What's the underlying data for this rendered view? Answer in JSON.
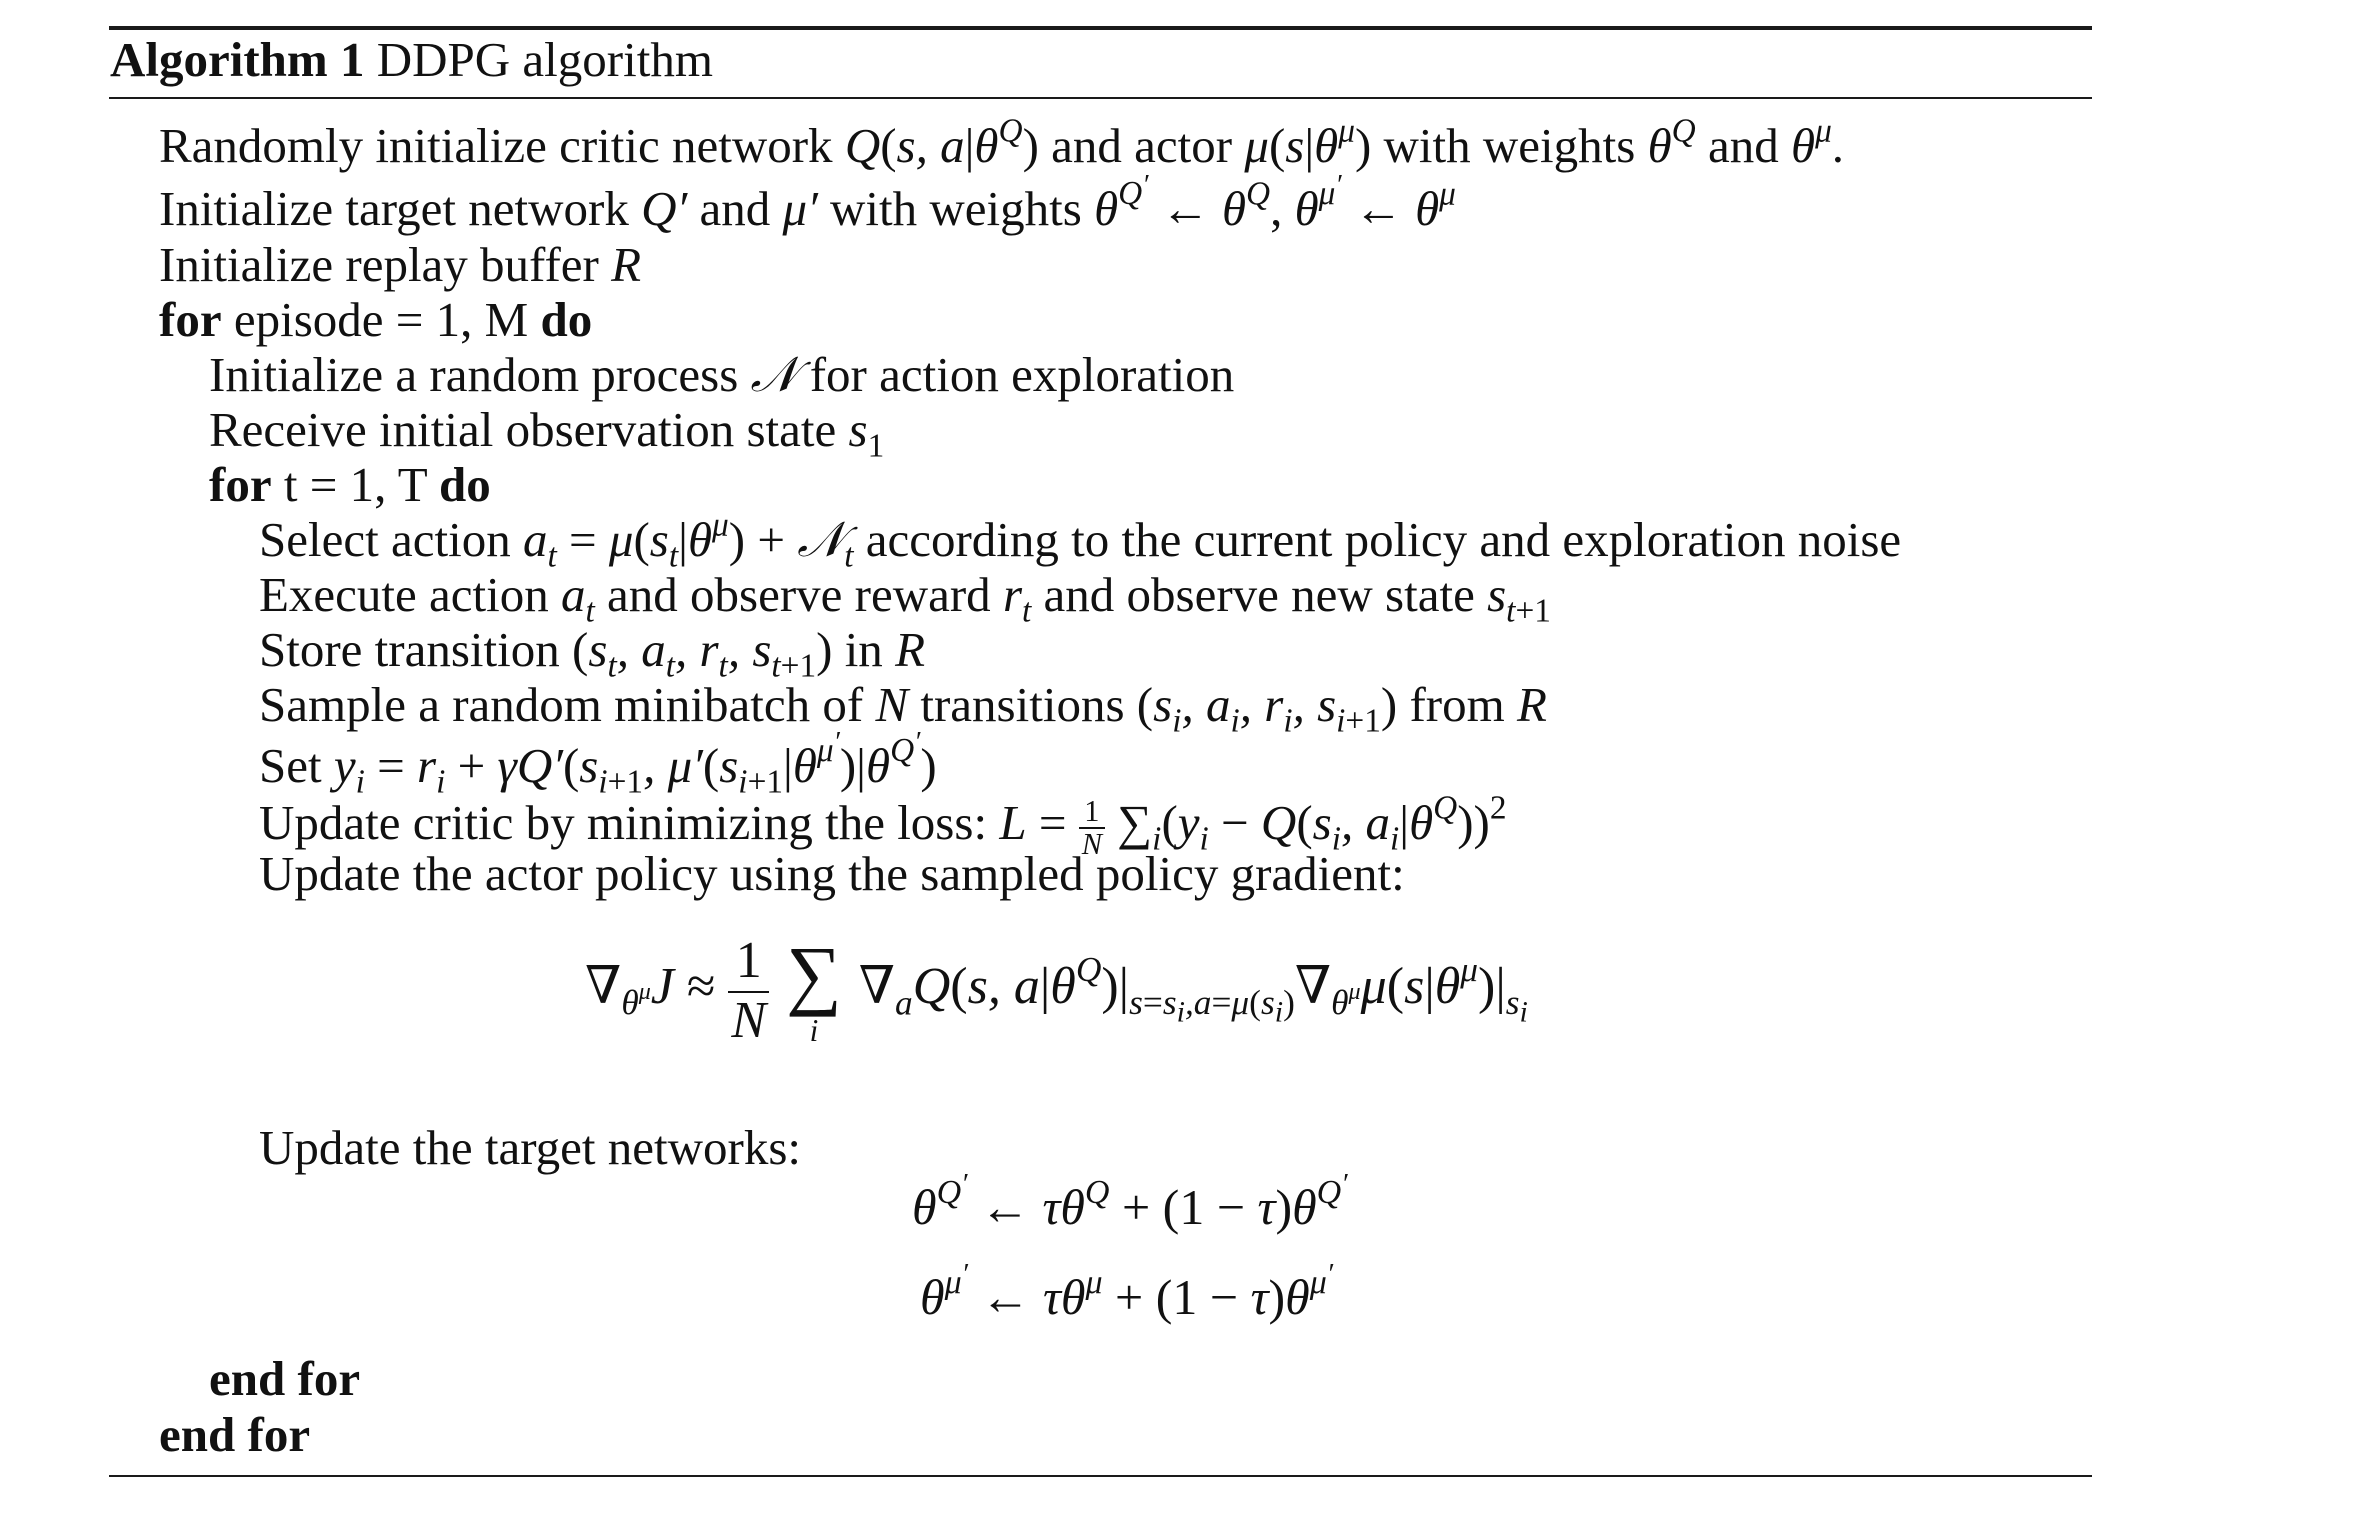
{
  "caption": {
    "label": "Algorithm 1",
    "title": "DDPG algorithm"
  },
  "lines": {
    "l1_text_a": "Randomly initialize critic network",
    "l1_text_b": "and actor",
    "l1_text_c": "with weights",
    "l1_text_d": "and",
    "l2_text_a": "Initialize target network",
    "l2_text_b": "and",
    "l2_text_c": "with weights",
    "l3_text": "Initialize replay buffer",
    "l4_kw_for": "for",
    "l4_text": "episode = 1, M",
    "l4_kw_do": "do",
    "l5_text_a": "Initialize a random process",
    "l5_text_b": "for action exploration",
    "l6_text": "Receive initial observation state",
    "l7_kw_for": "for",
    "l7_text": "t = 1, T",
    "l7_kw_do": "do",
    "l8_text_a": "Select action",
    "l8_text_b": "according to the current policy and exploration noise",
    "l9_text_a": "Execute action",
    "l9_text_b": "and observe reward",
    "l9_text_c": "and observe new state",
    "l10_text_a": "Store transition",
    "l10_text_b": "in",
    "l11_text_a": "Sample a random minibatch of",
    "l11_text_b": "transitions",
    "l11_text_c": "from",
    "l12_text": "Set",
    "l13_text": "Update critic by minimizing the loss:",
    "l14_text": "Update the actor policy using the sampled policy gradient:",
    "l15_text": "Update the target networks:",
    "end_for_inner": "end for",
    "end_for_outer": "end for"
  }
}
